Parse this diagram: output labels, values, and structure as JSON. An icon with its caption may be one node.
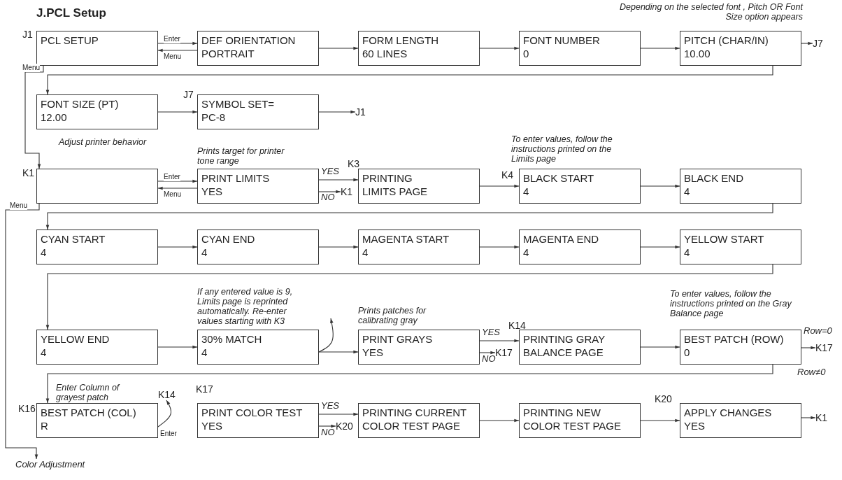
{
  "diagram": {
    "title": "J.PCL Setup",
    "nodes": [
      {
        "text": [
          "PCL SETUP"
        ],
        "beside": [
          "J1"
        ]
      },
      {
        "text": [
          "DEF ORIENTATION",
          "PORTRAIT"
        ]
      },
      {
        "text": [
          "FORM LENGTH",
          "60 LINES"
        ]
      },
      {
        "text": [
          "FONT NUMBER",
          "0"
        ]
      },
      {
        "text": [
          "PITCH (CHAR/IN)",
          "10.00"
        ],
        "beside": [
          "Depending on the selected font , Pitch OR Font Size option appears"
        ]
      },
      {
        "text": [
          "J7"
        ]
      },
      {
        "text": [
          "FONT SIZE (PT)",
          "12.00"
        ]
      },
      {
        "text": [
          "SYMBOL SET=",
          "PC-8"
        ],
        "beside": [
          "J7"
        ]
      },
      {
        "text": [
          "J1"
        ]
      },
      {
        "text": [],
        "shape": "box",
        "beside": [
          "K1"
        ]
      },
      {
        "text": [
          "PRINT LIMITS",
          "YES"
        ],
        "beside": [
          "Prints target for printer tone range"
        ]
      },
      {
        "text": [
          "PRINTING",
          "LIMITS PAGE"
        ],
        "beside": [
          "K3"
        ]
      },
      {
        "text": [
          "K1"
        ]
      },
      {
        "text": [
          "BLACK START",
          "4"
        ],
        "beside": [
          "K4",
          "To enter values, follow the instructions printed on the Limits page"
        ]
      },
      {
        "text": [
          "BLACK END",
          "4"
        ]
      },
      {
        "text": [
          "CYAN START",
          "4"
        ]
      },
      {
        "text": [
          "CYAN END",
          "4"
        ]
      },
      {
        "text": [
          "MAGENTA START",
          "4"
        ]
      },
      {
        "text": [
          "MAGENTA END",
          "4"
        ]
      },
      {
        "text": [
          "YELLOW START",
          "4"
        ]
      },
      {
        "text": [
          "YELLOW END",
          "4"
        ]
      },
      {
        "text": [
          "30% MATCH",
          "4"
        ],
        "beside": [
          "If any entered value is 9, Limits page is reprinted automatically. Re-enter values starting with K3"
        ]
      },
      {
        "text": [
          "PRINT GRAYS",
          "YES"
        ],
        "beside": [
          "Prints patches for calibrating gray"
        ]
      },
      {
        "text": [
          "K17"
        ]
      },
      {
        "text": [
          "PRINTING GRAY",
          "BALANCE PAGE"
        ],
        "beside": [
          "K14"
        ]
      },
      {
        "text": [
          "BEST PATCH (ROW)",
          "0"
        ],
        "beside": [
          "To enter values, follow the instructions printed on the Gray Balance page"
        ]
      },
      {
        "text": [
          "K17"
        ]
      },
      {
        "text": [
          "BEST PATCH (COL)",
          "R"
        ],
        "beside": [
          "K16",
          "Enter Column of grayest patch"
        ]
      },
      {
        "text": [
          "K14"
        ]
      },
      {
        "text": [
          "PRINT COLOR TEST",
          "YES"
        ],
        "beside": [
          "K17"
        ]
      },
      {
        "text": [
          "K20"
        ]
      },
      {
        "text": [
          "PRINTING CURRENT",
          "COLOR TEST PAGE"
        ]
      },
      {
        "text": [
          "PRINTING NEW",
          "COLOR TEST PAGE"
        ]
      },
      {
        "text": [
          "APPLY CHANGES",
          "YES"
        ],
        "beside": [
          "K20"
        ]
      },
      {
        "text": [
          "K1"
        ]
      },
      {
        "text": [
          "Color Adjustment"
        ]
      }
    ],
    "edges": [
      {
        "from": 0,
        "to": 1,
        "arrow": "to",
        "label": "Enter"
      },
      {
        "from": 1,
        "to": 0,
        "arrow": "to",
        "label": "Menu"
      },
      {
        "from": 1,
        "to": 2,
        "arrow": "to"
      },
      {
        "from": 2,
        "to": 3,
        "arrow": "to"
      },
      {
        "from": 3,
        "to": 4,
        "arrow": "to"
      },
      {
        "from": 4,
        "to": 5,
        "arrow": "to"
      },
      {
        "from": 4,
        "to": 6,
        "arrow": "to"
      },
      {
        "from": 6,
        "to": 7,
        "arrow": "to"
      },
      {
        "from": 7,
        "to": 8,
        "arrow": "to"
      },
      {
        "from": 0,
        "to": 9,
        "arrow": "to",
        "label": "Menu"
      },
      {
        "from": 9,
        "to": 10,
        "arrow": "to",
        "label": "Enter"
      },
      {
        "from": 10,
        "to": 9,
        "arrow": "to",
        "label": "Menu"
      },
      {
        "from": 10,
        "to": 11,
        "arrow": "to",
        "label": "YES"
      },
      {
        "from": 10,
        "to": 12,
        "arrow": "to",
        "label": "NO"
      },
      {
        "from": 11,
        "to": 13,
        "arrow": "to"
      },
      {
        "from": 13,
        "to": 14,
        "arrow": "to"
      },
      {
        "from": 14,
        "to": 15,
        "arrow": "to"
      },
      {
        "from": 15,
        "to": 16,
        "arrow": "to"
      },
      {
        "from": 16,
        "to": 17,
        "arrow": "to"
      },
      {
        "from": 17,
        "to": 18,
        "arrow": "to"
      },
      {
        "from": 18,
        "to": 19,
        "arrow": "to"
      },
      {
        "from": 19,
        "to": 20,
        "arrow": "to"
      },
      {
        "from": 20,
        "to": 21,
        "arrow": "to"
      },
      {
        "from": 21,
        "to": 22,
        "arrow": "to"
      },
      {
        "from": 21,
        "to": null,
        "arrow": "to"
      },
      {
        "from": 22,
        "to": 24,
        "arrow": "to",
        "label": "YES"
      },
      {
        "from": 22,
        "to": 23,
        "arrow": "to",
        "label": "NO"
      },
      {
        "from": 24,
        "to": 25,
        "arrow": "to"
      },
      {
        "from": 25,
        "to": 26,
        "arrow": "to",
        "label": "Row=0"
      },
      {
        "from": 25,
        "to": 27,
        "arrow": "to",
        "label": "Row≠0"
      },
      {
        "from": 27,
        "to": 28,
        "arrow": "to",
        "label": "Enter"
      },
      {
        "from": 29,
        "to": 31,
        "arrow": "to",
        "label": "YES"
      },
      {
        "from": 29,
        "to": 30,
        "arrow": "to",
        "label": "NO"
      },
      {
        "from": 31,
        "to": 32,
        "arrow": "to"
      },
      {
        "from": 32,
        "to": 33,
        "arrow": "to"
      },
      {
        "from": 33,
        "to": 34,
        "arrow": "to"
      },
      {
        "from": 9,
        "to": 35,
        "arrow": "to",
        "label": "Menu"
      }
    ],
    "labels": [
      "Adjust printer behavior"
    ]
  }
}
